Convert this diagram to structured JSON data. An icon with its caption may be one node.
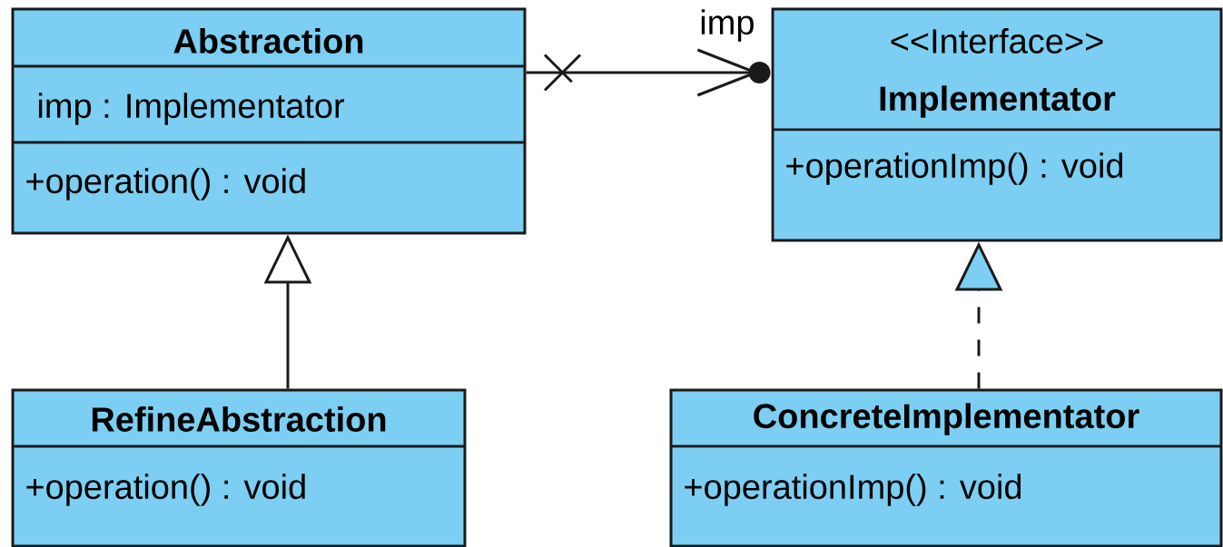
{
  "diagram": {
    "nodes": [
      {
        "text": [
          "Abstraction",
          "imp : Implementator",
          "+operation() : void"
        ]
      },
      {
        "text": [
          "<<Interface>>",
          "Implementator",
          "+operationImp() : void"
        ]
      },
      {
        "text": [
          "RefineAbstraction",
          "+operation() : void"
        ]
      },
      {
        "text": [
          "ConcreteImplementator",
          "+operationImp() : void"
        ]
      }
    ],
    "edges": [
      {
        "from": 0,
        "to": 1,
        "arrow": "to",
        "label": "imp"
      },
      {
        "from": 2,
        "to": 0,
        "arrow": "to"
      },
      {
        "from": 3,
        "to": 1,
        "arrow": "to",
        "style": "dashed"
      }
    ]
  }
}
